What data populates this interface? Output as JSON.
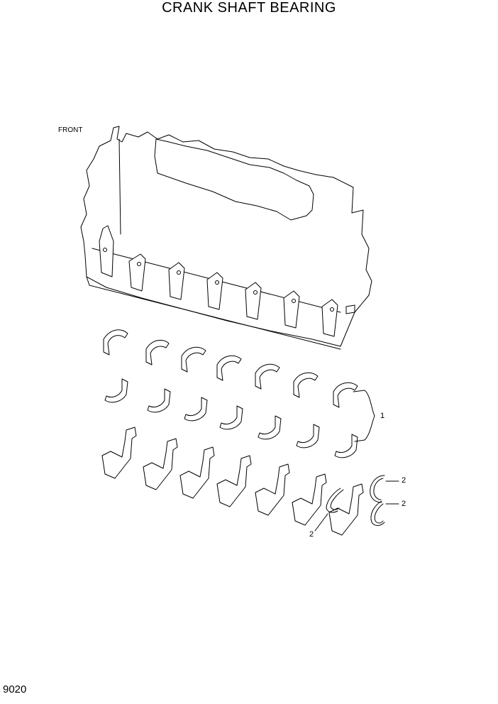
{
  "title": "CRANK SHAFT BEARING",
  "front_label": "FRONT",
  "page_number": "9020",
  "callouts": {
    "bearing_shells": "1",
    "thrust_washer_upper": "2",
    "thrust_washer_lower": "2",
    "thrust_washer_left": "2"
  }
}
